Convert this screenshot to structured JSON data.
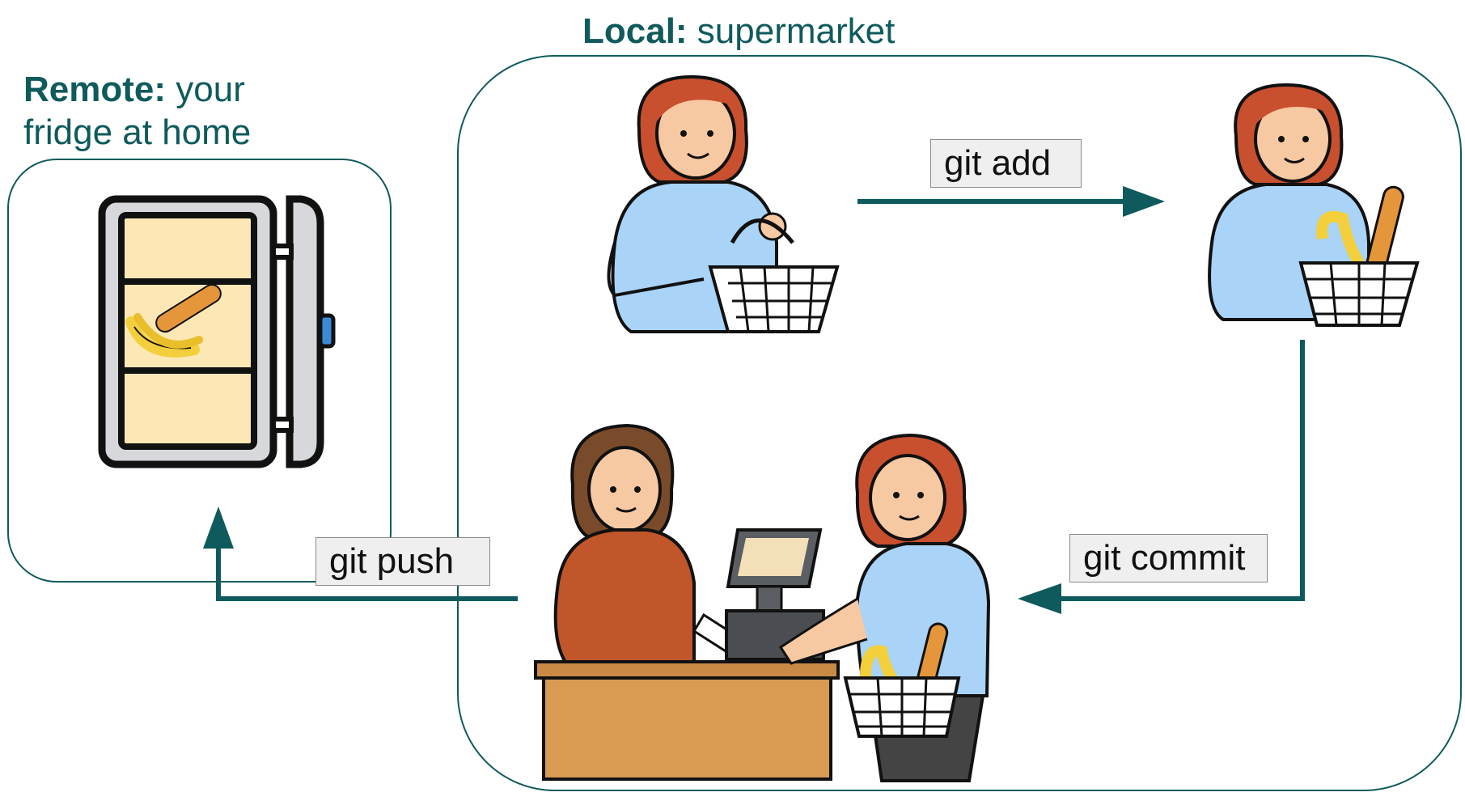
{
  "remote": {
    "label_bold": "Remote:",
    "label_rest_1": " your",
    "label_rest_2": "fridge at home"
  },
  "local": {
    "label_bold": "Local:",
    "label_rest": " supermarket"
  },
  "commands": {
    "add": "git add",
    "commit": "git commit",
    "push": "git push"
  },
  "colors": {
    "accent": "#0f5a5c",
    "shirt": "#a9d3f7",
    "hair": "#c8502e",
    "skin": "#f6c9a3",
    "fridge_shelf": "#fde7b5",
    "counter": "#d99a52"
  },
  "icons": [
    "fridge-icon",
    "shopper-empty-basket",
    "shopper-full-basket",
    "checkout-scene"
  ]
}
